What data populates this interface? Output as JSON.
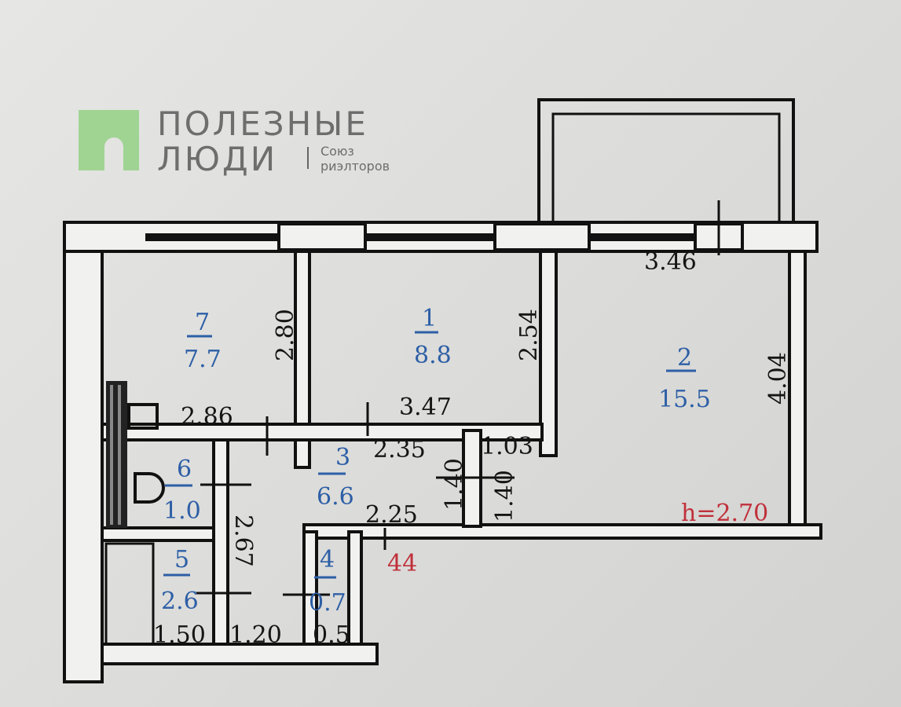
{
  "rooms": [
    {
      "number": "7",
      "area": "7.7"
    },
    {
      "number": "1",
      "area": "8.8"
    },
    {
      "number": "2",
      "area": "15.5"
    },
    {
      "number": "3",
      "area": "6.6"
    },
    {
      "number": "6",
      "area": "1.0"
    },
    {
      "number": "5",
      "area": "2.6"
    },
    {
      "number": "4",
      "area": "0.7"
    }
  ],
  "dimensions": {
    "d346": "3.46",
    "d280": "2.80",
    "d254": "2.54",
    "d404": "4.04",
    "d286": "2.86",
    "d347": "3.47",
    "d235": "2.35",
    "d103": "1.03",
    "d140a": "1.40",
    "d140b": "1.40",
    "d225": "2.25",
    "d267": "2.67",
    "d150": "1.50",
    "d120": "1.20",
    "d05": "0.5"
  },
  "ceiling_height": "h=2.70",
  "total_area": "44",
  "watermark": {
    "line1": "ПОЛЕЗНЫЕ",
    "line2": "ЛЮДИ",
    "sub1": "Союз",
    "sub2": "риэлторов"
  },
  "colors": {
    "room_label": "#2d5fa6",
    "annotation": "#c0303a",
    "watermark_green": "#8fd07f"
  }
}
